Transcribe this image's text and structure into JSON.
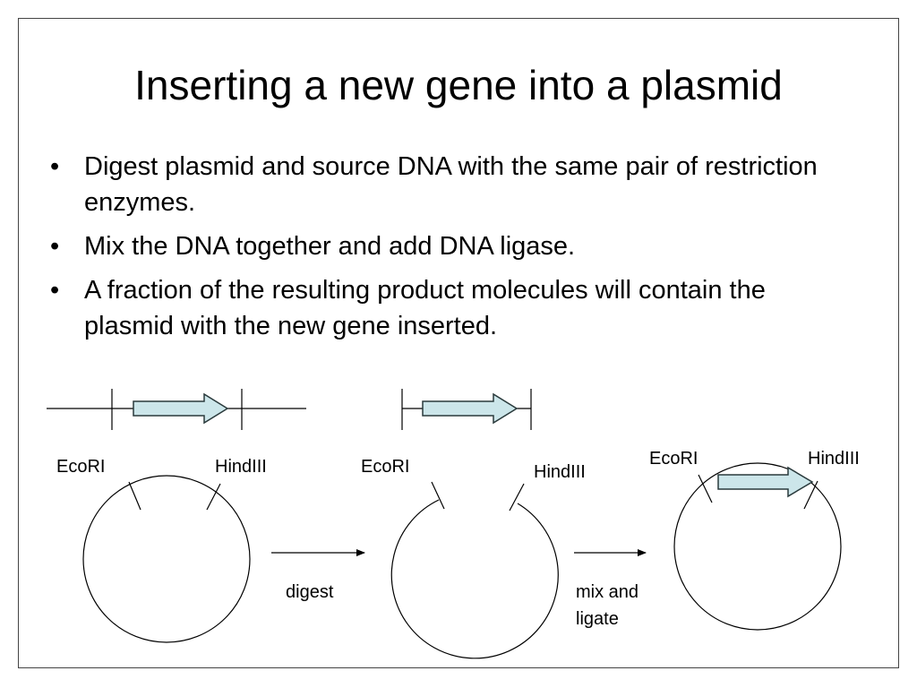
{
  "slide": {
    "title": "Inserting a new gene into a plasmid",
    "bullets": [
      "Digest plasmid and source DNA with the same pair of restriction enzymes.",
      "Mix the DNA together and add DNA ligase.",
      "A fraction of the resulting product molecules will contain the plasmid with the new gene inserted."
    ],
    "bullet_symbol": "•"
  },
  "diagram": {
    "site_labels": {
      "ecori_1": "EcoRI",
      "hindiii_1": "HindIII",
      "ecori_2": "EcoRI",
      "hindiii_2": "HindIII",
      "ecori_3": "EcoRI",
      "hindiii_3": "HindIII"
    },
    "step_labels": {
      "digest": "digest",
      "mix_line1": "mix and",
      "mix_line2": "ligate"
    },
    "colors": {
      "gene_fill": "#cce6ea",
      "stroke": "#000000"
    }
  }
}
